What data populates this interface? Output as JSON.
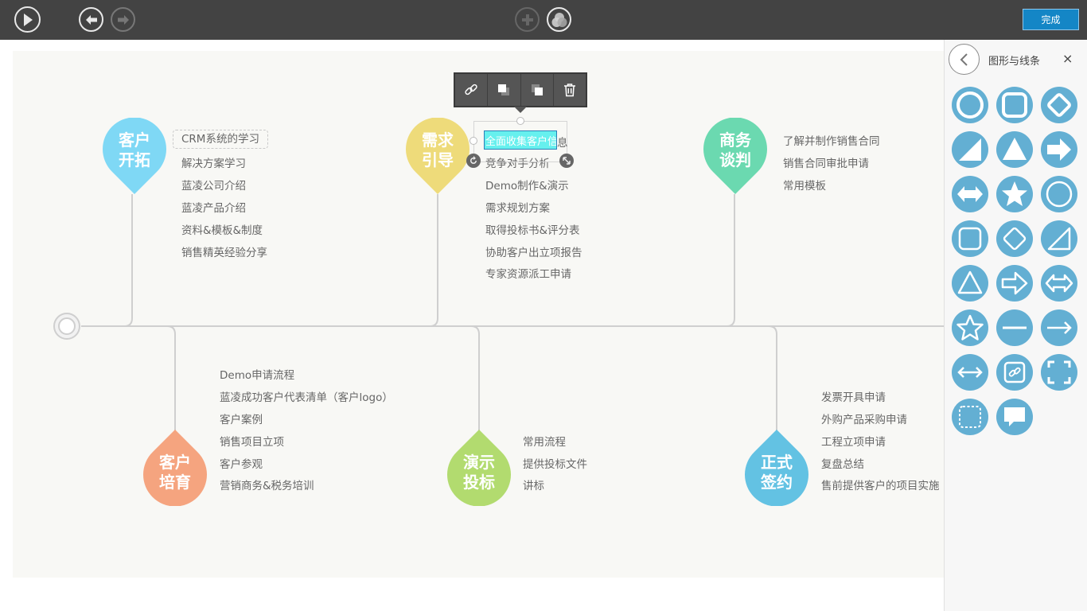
{
  "toolbar": {
    "icons": [
      "play-icon",
      "undo-icon",
      "redo-icon",
      "add-icon",
      "theme-icon"
    ],
    "done_label": "完成"
  },
  "mindmap": {
    "branches": [
      {
        "title_line1": "客户",
        "title_line2": "开拓",
        "color": "#7fd8f5",
        "items": [
          "CRM系统的学习",
          "解决方案学习",
          "蓝凌公司介绍",
          "蓝凌产品介绍",
          "资料&模板&制度",
          "销售精英经验分享"
        ]
      },
      {
        "title_line1": "需求",
        "title_line2": "引导",
        "color": "#eedb7a",
        "items": [
          "全面收集客户信息",
          "竞争对手分析",
          "Demo制作&演示",
          "需求规划方案",
          "取得投标书&评分表",
          "协助客户出立项报告",
          "专家资源派工申请"
        ]
      },
      {
        "title_line1": "商务",
        "title_line2": "谈判",
        "color": "#6bd9b0",
        "items": [
          "了解并制作销售合同",
          "销售合同审批申请",
          "常用模板"
        ]
      },
      {
        "title_line1": "客户",
        "title_line2": "培育",
        "color": "#f5a47f",
        "items": [
          "Demo申请流程",
          "蓝凌成功客户代表清单（客户logo）",
          "客户案例",
          "销售项目立项",
          "客户参观",
          "营销商务&税务培训"
        ]
      },
      {
        "title_line1": "演示",
        "title_line2": "投标",
        "color": "#b2db6f",
        "items": [
          "常用流程",
          "提供投标文件",
          "讲标"
        ]
      },
      {
        "title_line1": "正式",
        "title_line2": "签约",
        "color": "#63c2e3",
        "items": [
          "发票开具申请",
          "外购产品采购申请",
          "工程立项申请",
          "复盘总结",
          "售前提供客户的项目实施"
        ]
      }
    ],
    "editing": {
      "selected_text": "全面收集客户信",
      "trailing_text": "息"
    }
  },
  "edit_toolbar": {
    "icons": [
      "link-icon",
      "bring-front-icon",
      "send-back-icon",
      "delete-icon"
    ]
  },
  "panel": {
    "title": "图形与线条",
    "close_label": "×",
    "shape_color": "#63afd3",
    "shapes": [
      "circle-outline",
      "rounded-square-outline",
      "diamond-outline",
      "right-triangle-filled",
      "triangle-filled",
      "arrow-right-filled",
      "double-arrow-filled",
      "star-filled",
      "circle-outline-thin",
      "rounded-square-thin",
      "diamond-thin",
      "right-triangle-outline",
      "triangle-outline",
      "arrow-right-outline",
      "double-arrow-outline",
      "star-outline",
      "line",
      "arrow-line",
      "double-arrow-line",
      "link-box",
      "fullscreen-corners",
      "dashed-box",
      "speech-bubble"
    ]
  }
}
